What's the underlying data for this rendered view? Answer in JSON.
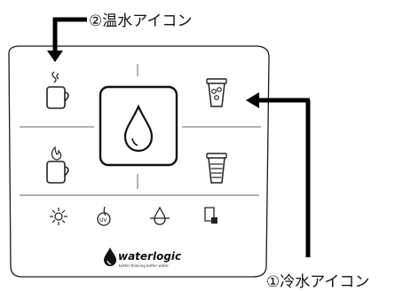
{
  "callouts": {
    "hot_water_icon": "②温水アイコン",
    "cold_water_icon": "①冷水アイコン"
  },
  "panel": {
    "brand": "waterlogic",
    "tagline": "better thinking better water"
  },
  "icons": {
    "top_left": "hot-mug-icon",
    "mid_left": "hot-mug-flame-icon",
    "center": "water-drop-icon",
    "top_right": "cold-cup-icon",
    "mid_right": "ambient-cup-icon",
    "bottom_1": "sun-icon",
    "bottom_2": "uv-icon",
    "bottom_3": "drop-filter-icon",
    "bottom_4": "filter-lock-icon"
  },
  "colors": {
    "outline": "#1a1a1a",
    "accent": "#000000"
  }
}
